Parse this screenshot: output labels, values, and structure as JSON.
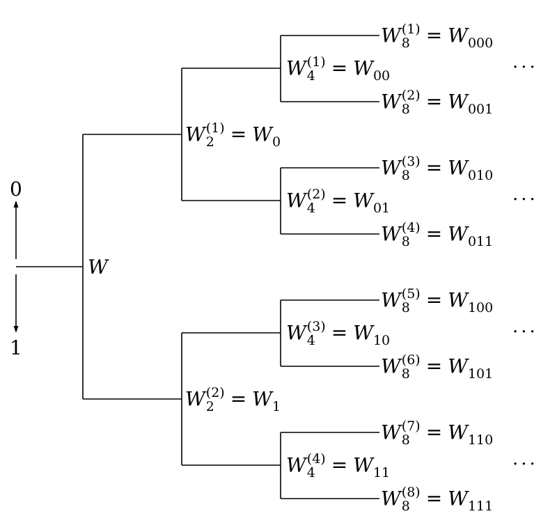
{
  "root": {
    "symbol": "W"
  },
  "axis": {
    "top_label": "0",
    "bottom_label": "1"
  },
  "level2": [
    {
      "base": "W",
      "sub": "2",
      "sup": "(1)",
      "eq": "=",
      "rhs_base": "W",
      "rhs_sub": "0"
    },
    {
      "base": "W",
      "sub": "2",
      "sup": "(2)",
      "eq": "=",
      "rhs_base": "W",
      "rhs_sub": "1"
    }
  ],
  "level4": [
    {
      "base": "W",
      "sub": "4",
      "sup": "(1)",
      "eq": "=",
      "rhs_base": "W",
      "rhs_sub": "00"
    },
    {
      "base": "W",
      "sub": "4",
      "sup": "(2)",
      "eq": "=",
      "rhs_base": "W",
      "rhs_sub": "01"
    },
    {
      "base": "W",
      "sub": "4",
      "sup": "(3)",
      "eq": "=",
      "rhs_base": "W",
      "rhs_sub": "10"
    },
    {
      "base": "W",
      "sub": "4",
      "sup": "(4)",
      "eq": "=",
      "rhs_base": "W",
      "rhs_sub": "11"
    }
  ],
  "level8": [
    {
      "base": "W",
      "sub": "8",
      "sup": "(1)",
      "eq": "=",
      "rhs_base": "W",
      "rhs_sub": "000"
    },
    {
      "base": "W",
      "sub": "8",
      "sup": "(2)",
      "eq": "=",
      "rhs_base": "W",
      "rhs_sub": "001"
    },
    {
      "base": "W",
      "sub": "8",
      "sup": "(3)",
      "eq": "=",
      "rhs_base": "W",
      "rhs_sub": "010"
    },
    {
      "base": "W",
      "sub": "8",
      "sup": "(4)",
      "eq": "=",
      "rhs_base": "W",
      "rhs_sub": "011"
    },
    {
      "base": "W",
      "sub": "8",
      "sup": "(5)",
      "eq": "=",
      "rhs_base": "W",
      "rhs_sub": "100"
    },
    {
      "base": "W",
      "sub": "8",
      "sup": "(6)",
      "eq": "=",
      "rhs_base": "W",
      "rhs_sub": "101"
    },
    {
      "base": "W",
      "sub": "8",
      "sup": "(7)",
      "eq": "=",
      "rhs_base": "W",
      "rhs_sub": "110"
    },
    {
      "base": "W",
      "sub": "8",
      "sup": "(8)",
      "eq": "=",
      "rhs_base": "W",
      "rhs_sub": "111"
    }
  ],
  "ellipses": [
    "···",
    "···",
    "···",
    "···"
  ]
}
